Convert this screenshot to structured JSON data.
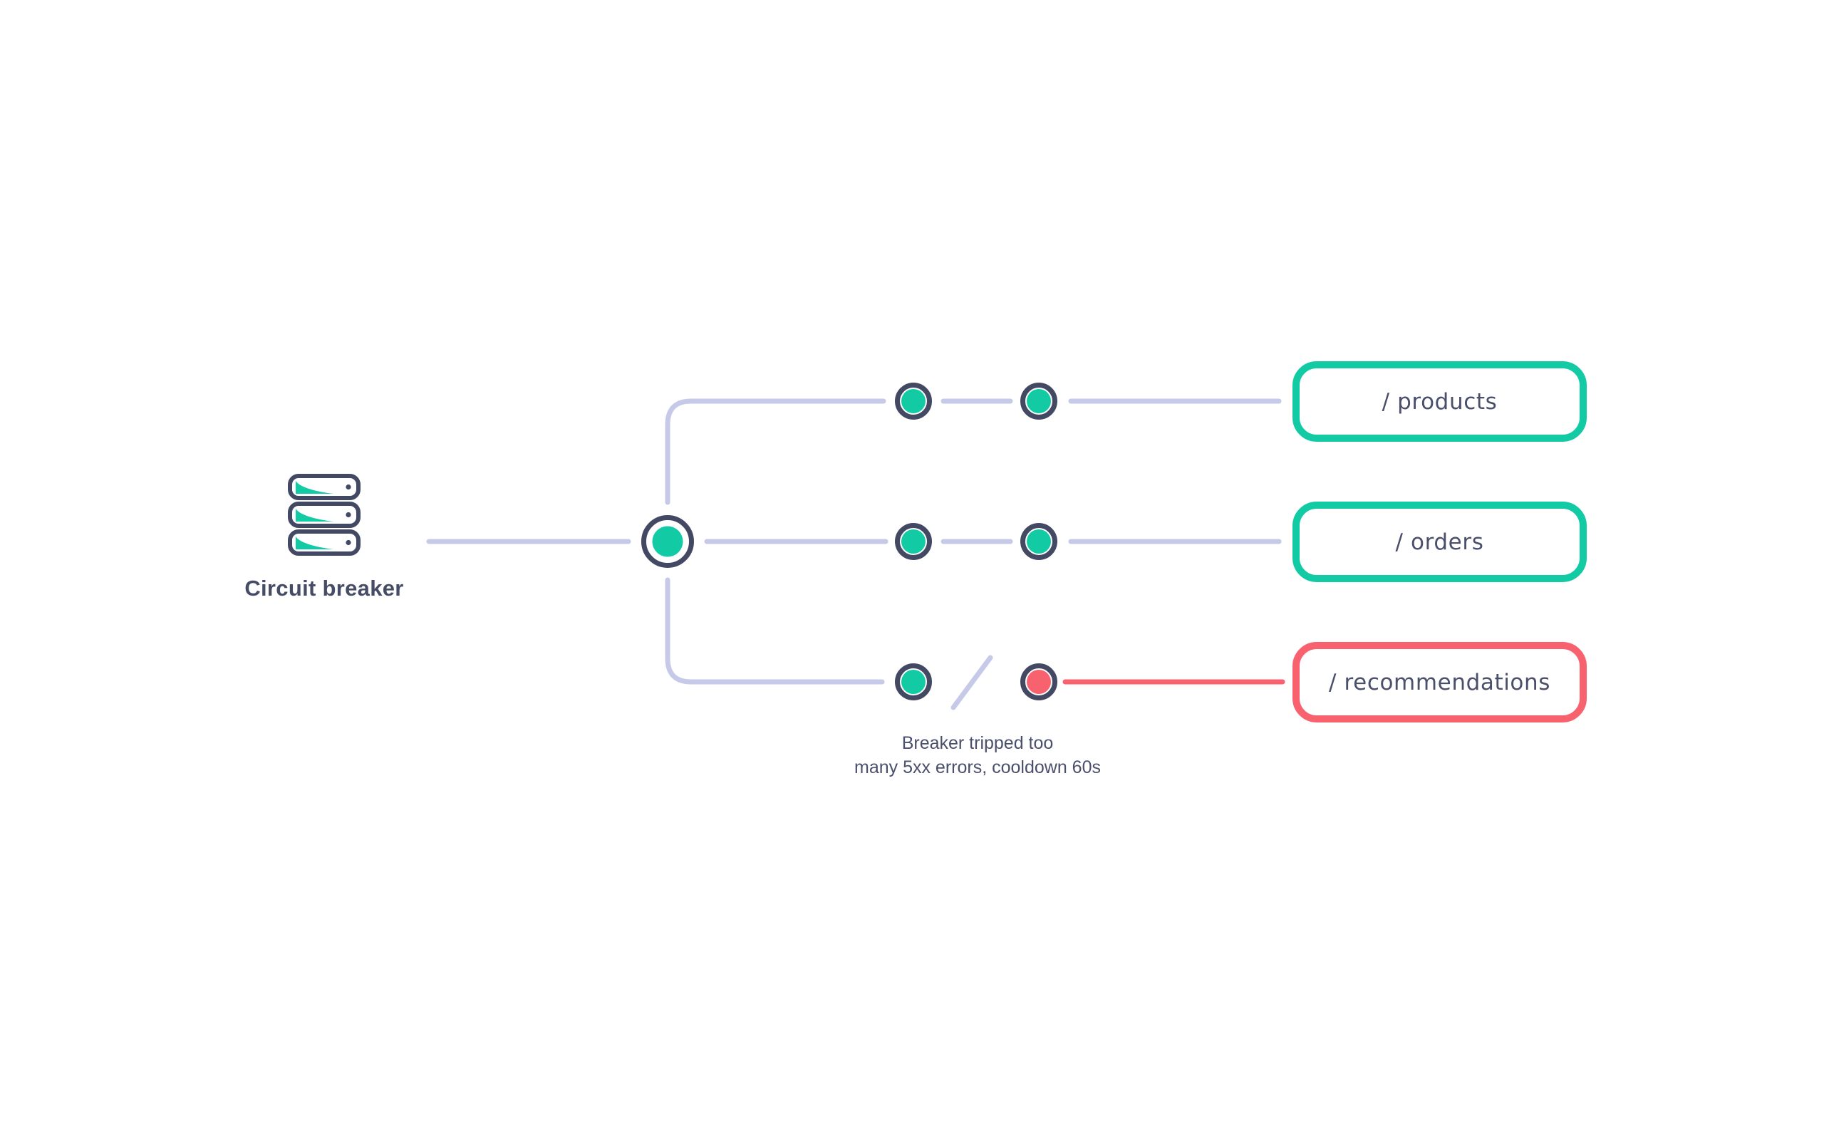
{
  "diagram": {
    "source": {
      "label": "Circuit breaker",
      "icon": "server-stack-icon"
    },
    "routes": [
      {
        "path_label": "/ products",
        "border_color": "#12cba5",
        "node_colors": [
          "#12cba5",
          "#12cba5"
        ],
        "link_broken": false
      },
      {
        "path_label": "/ orders",
        "border_color": "#12cba5",
        "node_colors": [
          "#12cba5",
          "#12cba5"
        ],
        "link_broken": false
      },
      {
        "path_label": "/ recommendations",
        "border_color": "#f8626f",
        "node_colors": [
          "#12cba5",
          "#f8626f"
        ],
        "link_broken": true
      }
    ],
    "note": {
      "line1": "Breaker tripped too",
      "line2": "many 5xx errors, cooldown 60s"
    },
    "colors": {
      "healthy": "#12cba5",
      "tripped": "#f8626f",
      "connector": "#c7c9e9",
      "outline": "#444963",
      "text": "#4a4f6b"
    }
  }
}
